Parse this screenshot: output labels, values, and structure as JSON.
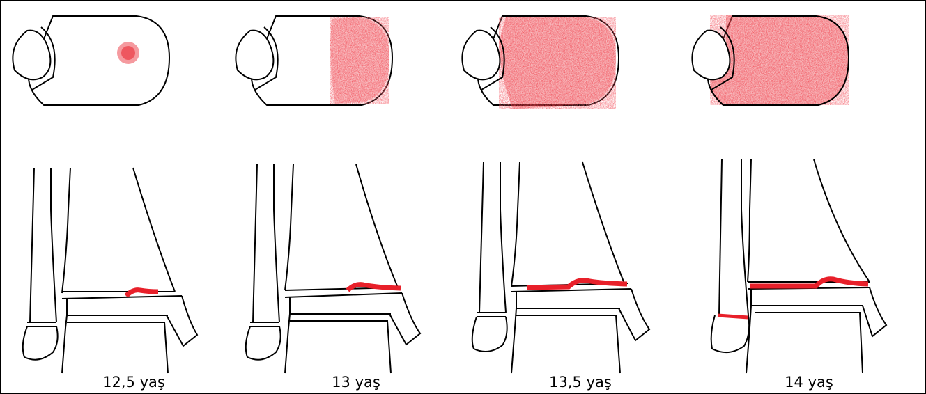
{
  "figure": {
    "stages": [
      {
        "label": "12,5 yaş",
        "ossification_fraction": 0.1
      },
      {
        "label": "13 yaş",
        "ossification_fraction": 0.3
      },
      {
        "label": "13,5 yaş",
        "ossification_fraction": 0.85
      },
      {
        "label": "14 yaş",
        "ossification_fraction": 1.0
      }
    ],
    "colors": {
      "outline": "#000000",
      "highlight": "#e8202a",
      "background": "#ffffff"
    }
  }
}
